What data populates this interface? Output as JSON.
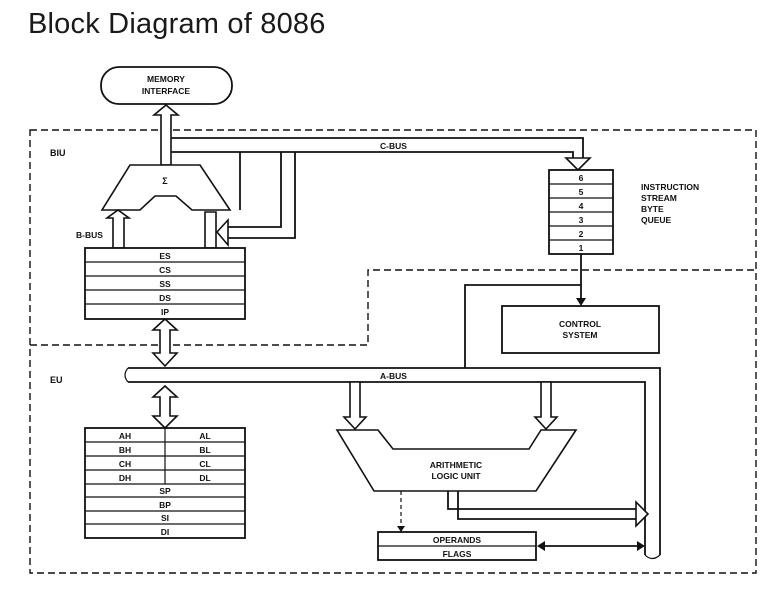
{
  "title": "Block Diagram of 8086",
  "labels": {
    "memory_interface": [
      "MEMORY",
      "INTERFACE"
    ],
    "biu": "BIU",
    "eu": "EU",
    "c_bus": "C-BUS",
    "b_bus": "B-BUS",
    "a_bus": "A-BUS",
    "sigma": "Σ",
    "queue_title": [
      "INSTRUCTION",
      "STREAM",
      "BYTE",
      "QUEUE"
    ],
    "control_system": [
      "CONTROL",
      "SYSTEM"
    ],
    "alu": [
      "ARITHMETIC",
      "LOGIC UNIT"
    ],
    "operands": "OPERANDS",
    "flags": "FLAGS"
  },
  "segment_registers": [
    "ES",
    "CS",
    "SS",
    "DS",
    "IP"
  ],
  "queue_slots": [
    "6",
    "5",
    "4",
    "3",
    "2",
    "1"
  ],
  "general_registers": [
    {
      "high": "AH",
      "low": "AL"
    },
    {
      "high": "BH",
      "low": "BL"
    },
    {
      "high": "CH",
      "low": "CL"
    },
    {
      "high": "DH",
      "low": "DL"
    }
  ],
  "pointer_registers": [
    "SP",
    "BP",
    "SI",
    "DI"
  ]
}
